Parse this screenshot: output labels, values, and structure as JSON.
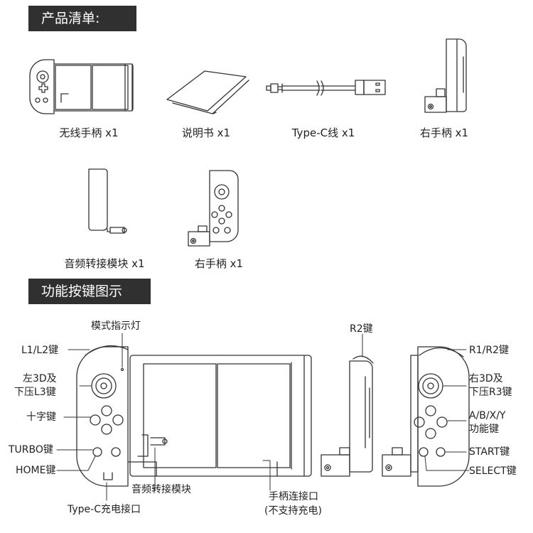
{
  "sections": {
    "contents_title": "产品清单:",
    "functions_title": "功能按键图示"
  },
  "items": {
    "wireless_controller": "无线手柄  x1",
    "manual": "说明书  x1",
    "typec_cable": "Type-C线 x1",
    "right_grip_1": "右手柄 x1",
    "audio_module": "音频转接模块  x1",
    "right_grip_2": "右手柄  x1"
  },
  "callouts": {
    "mode_light": "模式指示灯",
    "l1l2": "L1/L2键",
    "left3d_1": "左3D及",
    "left3d_2": "下压L3键",
    "dpad": "十字键",
    "turbo": "TURBO键",
    "home": "HOME键",
    "typec_port": "Type-C充电接口",
    "audio_module": "音频转接模块",
    "grip_port_1": "手柄连接口",
    "grip_port_2": "(不支持充电)",
    "r2": "R2键",
    "r1r2": "R1/R2键",
    "right3d_1": "右3D及",
    "right3d_2": "下压R3键",
    "abxy_1": "A/B/X/Y",
    "abxy_2": "功能键",
    "start": "START键",
    "select": "SELECT键"
  },
  "icons": [
    "controller-icon",
    "manual-icon",
    "cable-icon",
    "right-grip-icon",
    "audio-module-icon"
  ]
}
